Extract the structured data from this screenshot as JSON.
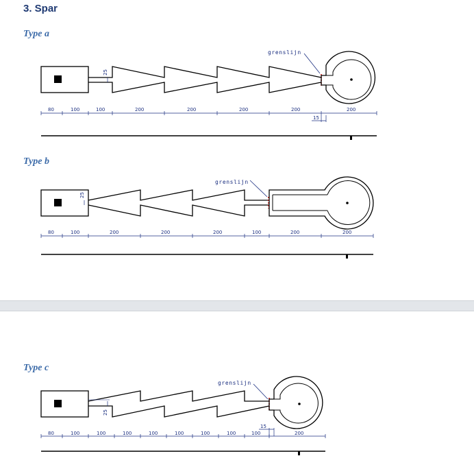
{
  "section_title": "3. Spar",
  "diagrams": [
    {
      "heading": "Type a",
      "boundary_label": "grenslijn",
      "neck_label": "25",
      "dims": [
        "80",
        "100",
        "100",
        "200",
        "200",
        "200",
        "200",
        "200"
      ],
      "offset_label": "15"
    },
    {
      "heading": "Type b",
      "boundary_label": "grenslijn",
      "neck_label": "25",
      "dims": [
        "80",
        "100",
        "200",
        "200",
        "200",
        "100",
        "200",
        "200"
      ]
    },
    {
      "heading": "Type c",
      "boundary_label": "grenslijn",
      "neck_label": "25",
      "dims": [
        "80",
        "100",
        "100",
        "100",
        "100",
        "100",
        "100",
        "100",
        "100",
        "200"
      ],
      "offset_label": "15"
    }
  ],
  "colors": {
    "heading": "#1f3a73",
    "type_heading": "#3b6aa8",
    "dimension": "#1b2f80",
    "boundary_mark": "#e0201b",
    "page_gap": "#e3e6ea"
  }
}
